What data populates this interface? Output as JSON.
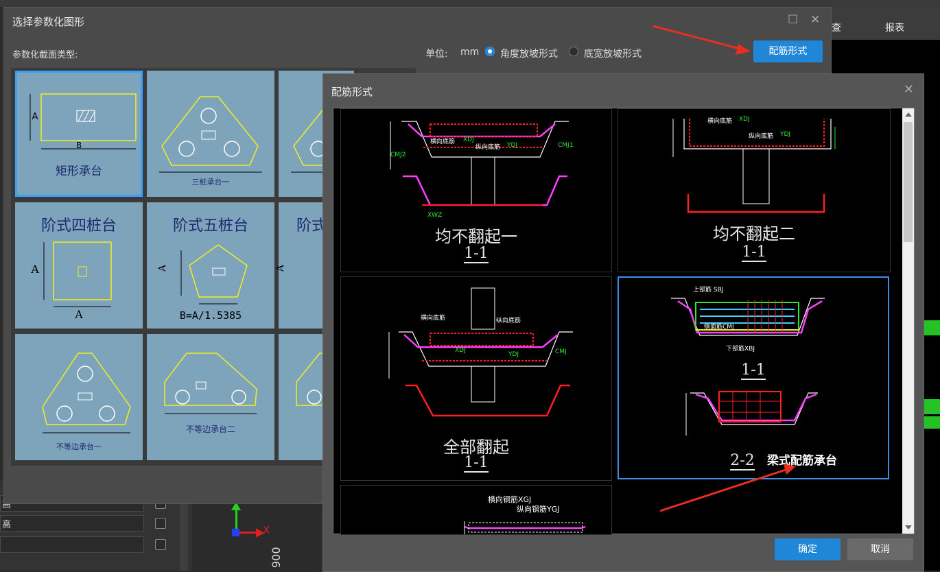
{
  "ribbon": {
    "tab_check": "查",
    "tab_report": "报表"
  },
  "left_panel": {
    "rows": [
      {
        "label": "高"
      },
      {
        "label": "高"
      },
      {
        "label": ""
      }
    ]
  },
  "canvas": {
    "axis_x": "X",
    "dim": "900"
  },
  "dialog1": {
    "title": "选择参数化图形",
    "section_label": "参数化截面类型:",
    "unit_label": "单位:",
    "unit_value": "mm",
    "radio_angle": "角度放坡形式",
    "radio_width": "底宽放坡形式",
    "rebar_button": "配筋形式",
    "shapes": {
      "rect": "矩形承台",
      "three_pile": "三桩承台一",
      "step4": "阶式四桩台",
      "step5": "阶式五桩台",
      "step_partial": "阶式",
      "unequal1": "不等边承台一",
      "unequal2": "不等边承台二",
      "dim_a": "A",
      "dim_b": "B",
      "formula": "B=A/1.5385"
    }
  },
  "dialog2": {
    "title": "配筋形式",
    "items": [
      {
        "name": "均不翻起一",
        "section": "1-1"
      },
      {
        "name": "均不翻起二",
        "section": "1-1"
      },
      {
        "name": "全部翻起",
        "section": "1-1"
      },
      {
        "section1": "1-1",
        "section2": "2-2"
      }
    ],
    "labels": {
      "heng_xiang": "横向底筋",
      "zong_xiang": "纵向底筋",
      "heng_gangjin": "横向钢筋XGJ",
      "zong_gangjin": "纵向钢筋YGJ",
      "xdj": "XDJ",
      "ydj": "YDJ",
      "cmj": "CMJ",
      "cmj1": "CMJ1",
      "cmj2": "CMJ2",
      "xwz": "XWZ",
      "sbj": "上部筋 SBJ",
      "xbj": "下部筋XBJ",
      "cmj_side": "侧面筋CMJ"
    },
    "ok_button": "确定",
    "cancel_button": "取消"
  },
  "annotation": {
    "beam_type": "梁式配筋承台"
  },
  "colors": {
    "accent": "#1f86d8",
    "cell_bg": "#7ea4bb",
    "arrow": "#e53020"
  }
}
